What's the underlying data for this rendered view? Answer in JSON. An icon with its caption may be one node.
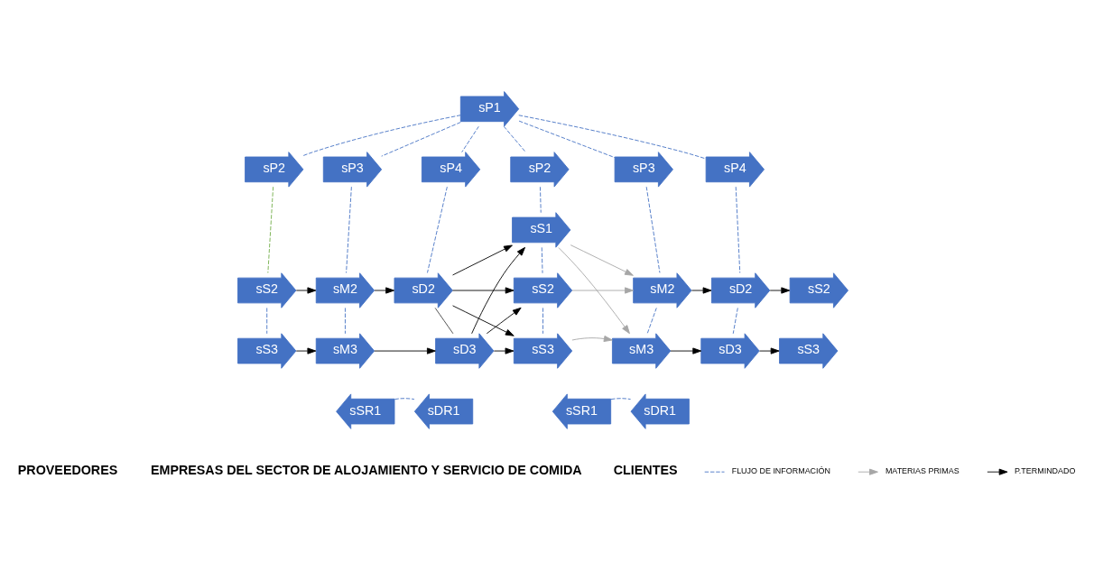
{
  "diagram": {
    "nodes": [
      {
        "text": [
          "sP1"
        ]
      },
      {
        "text": [
          "sP2"
        ]
      },
      {
        "text": [
          "sP3"
        ]
      },
      {
        "text": [
          "sP4"
        ]
      },
      {
        "text": [
          "sP2"
        ]
      },
      {
        "text": [
          "sP3"
        ]
      },
      {
        "text": [
          "sP4"
        ]
      },
      {
        "text": [
          "sS1"
        ]
      },
      {
        "text": [
          "sS2"
        ]
      },
      {
        "text": [
          "sM2"
        ]
      },
      {
        "text": [
          "sD2"
        ]
      },
      {
        "text": [
          "sS2"
        ]
      },
      {
        "text": [
          "sM2"
        ]
      },
      {
        "text": [
          "sD2"
        ]
      },
      {
        "text": [
          "sS2"
        ]
      },
      {
        "text": [
          "sS3"
        ]
      },
      {
        "text": [
          "sM3"
        ]
      },
      {
        "text": [
          "sD3"
        ]
      },
      {
        "text": [
          "sS3"
        ]
      },
      {
        "text": [
          "sM3"
        ]
      },
      {
        "text": [
          "sD3"
        ]
      },
      {
        "text": [
          "sS3"
        ]
      },
      {
        "text": [
          "sSR1"
        ]
      },
      {
        "text": [
          "sDR1"
        ]
      },
      {
        "text": [
          "sSR1"
        ]
      },
      {
        "text": [
          "sDR1"
        ]
      }
    ],
    "edges": [
      {
        "from": 0,
        "to": 1,
        "arrow": "none",
        "style": "dashed"
      },
      {
        "from": 0,
        "to": 2,
        "arrow": "none",
        "style": "dashed"
      },
      {
        "from": 0,
        "to": 3,
        "arrow": "none",
        "style": "dashed"
      },
      {
        "from": 0,
        "to": 4,
        "arrow": "none",
        "style": "dashed"
      },
      {
        "from": 0,
        "to": 5,
        "arrow": "none",
        "style": "dashed"
      },
      {
        "from": 0,
        "to": 6,
        "arrow": "none",
        "style": "dashed"
      },
      {
        "from": 1,
        "to": 8,
        "arrow": "none",
        "style": "dashed",
        "color": "#70ad47"
      },
      {
        "from": 2,
        "to": 9,
        "arrow": "none",
        "style": "dashed"
      },
      {
        "from": 3,
        "to": 10,
        "arrow": "none",
        "style": "dashed"
      },
      {
        "from": 8,
        "to": 15,
        "arrow": "none",
        "style": "dashed"
      },
      {
        "from": 9,
        "to": 16,
        "arrow": "none",
        "style": "dashed"
      },
      {
        "from": 10,
        "to": 17,
        "arrow": "none",
        "color": "#404040"
      },
      {
        "from": 4,
        "to": 7,
        "arrow": "none",
        "style": "dashed"
      },
      {
        "from": 7,
        "to": 11,
        "arrow": "none",
        "style": "dashed"
      },
      {
        "from": 11,
        "to": 18,
        "arrow": "none",
        "style": "dashed"
      },
      {
        "from": 5,
        "to": 12,
        "arrow": "none",
        "style": "dashed"
      },
      {
        "from": 12,
        "to": 19,
        "arrow": "none",
        "style": "dashed"
      },
      {
        "from": 6,
        "to": 13,
        "arrow": "none",
        "style": "dashed"
      },
      {
        "from": 13,
        "to": 20,
        "arrow": "none",
        "style": "dashed"
      },
      {
        "from": 22,
        "to": 23,
        "arrow": "none",
        "style": "dashed"
      },
      {
        "from": 24,
        "to": 25,
        "arrow": "none",
        "style": "dashed"
      },
      {
        "from": 8,
        "to": 9,
        "arrow": "to",
        "color": "#000000"
      },
      {
        "from": 9,
        "to": 10,
        "arrow": "to",
        "color": "#000000"
      },
      {
        "from": 15,
        "to": 16,
        "arrow": "to",
        "color": "#000000"
      },
      {
        "from": 16,
        "to": 17,
        "arrow": "to",
        "color": "#000000"
      },
      {
        "from": 10,
        "to": 7,
        "arrow": "to",
        "color": "#000000"
      },
      {
        "from": 10,
        "to": 11,
        "arrow": "to",
        "color": "#000000"
      },
      {
        "from": 10,
        "to": 18,
        "arrow": "to",
        "color": "#000000"
      },
      {
        "from": 17,
        "to": 7,
        "arrow": "to",
        "color": "#000000"
      },
      {
        "from": 17,
        "to": 11,
        "arrow": "to",
        "color": "#000000"
      },
      {
        "from": 17,
        "to": 18,
        "arrow": "to",
        "color": "#000000"
      },
      {
        "from": 7,
        "to": 12,
        "arrow": "to",
        "color": "#a6a6a6"
      },
      {
        "from": 7,
        "to": 19,
        "arrow": "to",
        "color": "#a6a6a6"
      },
      {
        "from": 11,
        "to": 12,
        "arrow": "to",
        "color": "#a6a6a6"
      },
      {
        "from": 18,
        "to": 19,
        "arrow": "to",
        "color": "#a6a6a6"
      },
      {
        "from": 12,
        "to": 13,
        "arrow": "to",
        "color": "#000000"
      },
      {
        "from": 13,
        "to": 14,
        "arrow": "to",
        "color": "#000000"
      },
      {
        "from": 19,
        "to": 20,
        "arrow": "to",
        "color": "#000000"
      },
      {
        "from": 20,
        "to": 21,
        "arrow": "to",
        "color": "#000000"
      }
    ],
    "labels": [
      "PROVEEDORES",
      "EMPRESAS DEL SECTOR DE ALOJAMIENTO Y SERVICIO DE COMIDA",
      "CLIENTES"
    ],
    "legend": [
      {
        "text": "FLUJO DE INFORMACIÓN"
      },
      {
        "text": "MATERIAS PRIMAS"
      },
      {
        "text": "P.TERMINDADO"
      }
    ]
  }
}
